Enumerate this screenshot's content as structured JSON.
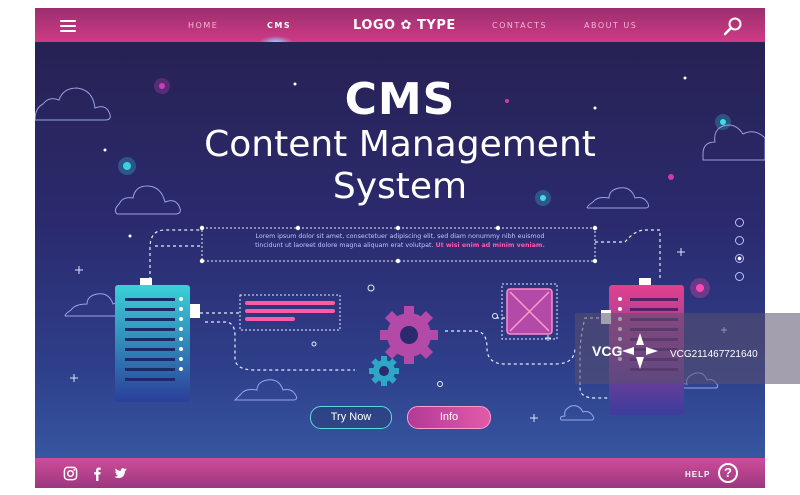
{
  "header": {
    "nav": [
      "HOME",
      "CMS",
      "CONTACTS",
      "ABOUT US"
    ],
    "active_nav": "CMS",
    "logo": "LOGO ✿ TYPE"
  },
  "hero": {
    "title": "CMS",
    "subtitle_line1": "Content Management",
    "subtitle_line2": "System",
    "lorem_line1": "Lorem ipsum dolor sit amet, consectetuer adipiscing elit, sed diam nonummy nibh euismod",
    "lorem_line2_normal": "tincidunt ut laoreet dolore magna aliquam erat volutpat.",
    "lorem_line2_highlight": "Ut wisi enim ad minim veniam."
  },
  "buttons": {
    "try_now": "Try Now",
    "info": "Info"
  },
  "pagination": {
    "count": 4,
    "active": 3
  },
  "footer": {
    "help_label": "HELP",
    "help_icon": "?"
  },
  "watermark": {
    "brand": "VCG",
    "id": "VCG211467721640"
  },
  "colors": {
    "accent_pink": "#d03a86",
    "accent_cyan": "#3ad2d8",
    "bg_dark": "#26204f"
  }
}
